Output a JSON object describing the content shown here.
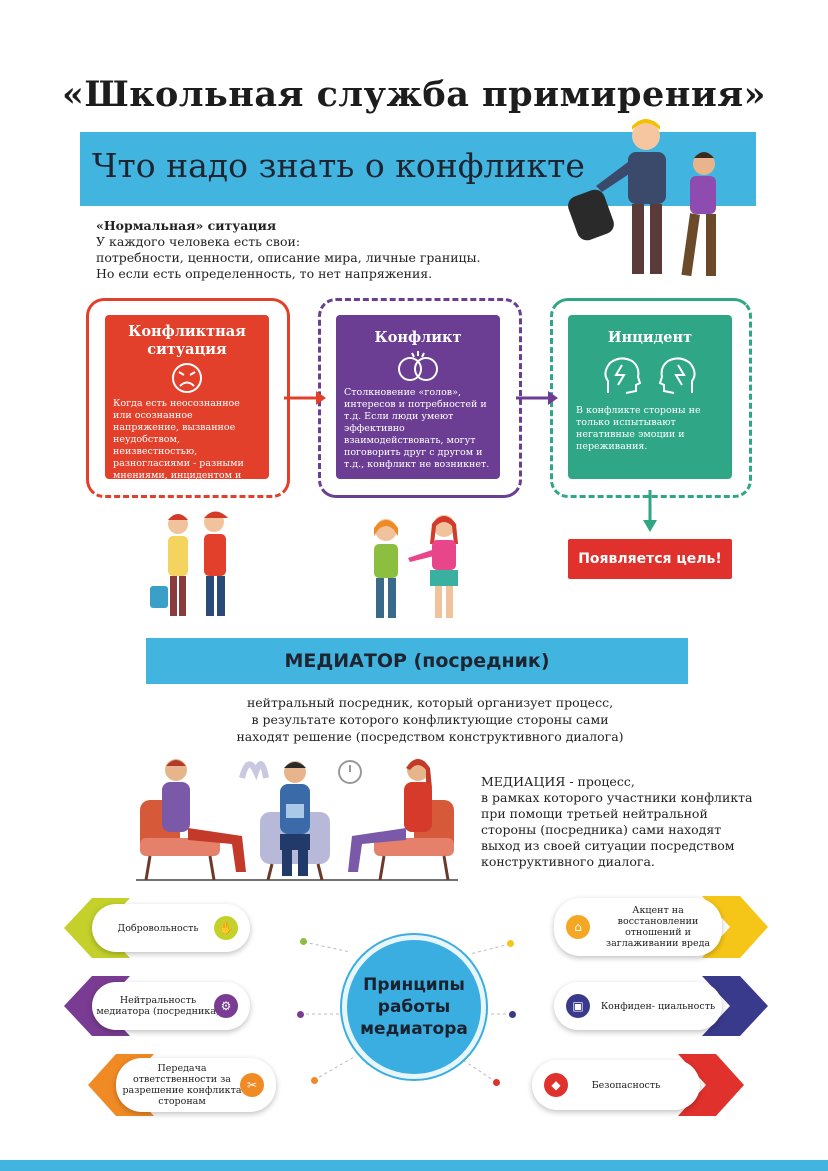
{
  "title": "«Школьная служба примирения»",
  "section1": {
    "heading": "Что надо знать о конфликте",
    "normal_title": "«Нормальная» ситуация",
    "normal_lines": [
      "У каждого человека есть свои:",
      "потребности, ценности, описание мира, личные  границы.",
      "Но если есть определенность, то нет напряжения."
    ]
  },
  "stages": [
    {
      "title": "Конфликтная ситуация",
      "icon": "angry-face-icon",
      "color": "#e2402b",
      "text": "Когда есть неосознанное или осознанное напряжение, вызванное неудобством, неизвестностью, разногласиями - разными мнениями, инцидентом и т.п."
    },
    {
      "title": "Конфликт",
      "icon": "arguing-faces-icon",
      "color": "#6b3e93",
      "text": "Столкновение «голов», интересов и потребностей и  т.д. Если люди умеют эффективно  взаимодействовать, могут  поговорить друг с другом и т.д., конфликт не возникнет."
    },
    {
      "title": "Инцидент",
      "icon": "heads-lightning-icon",
      "color": "#2fa786",
      "text": "В конфликте стороны не только  испытывают негативные  эмоции и переживания."
    }
  ],
  "goal": "Появляется цель!",
  "mediator": {
    "heading": "МЕДИАТОР (посредник)",
    "description_lines": [
      "нейтральный  посредник, который организует процесс,",
      "в  результате которого конфликтующие стороны  сами",
      "находят решение (посредством конструктивного диалога)"
    ],
    "process_lines": [
      "МЕДИАЦИЯ - процесс,",
      "в рамках которого  участники конфликта",
      "при помощи третьей  нейтральной",
      "стороны  (посредника) сами находят",
      "выход из  своей ситуации посредством",
      "конструктивного  диалога."
    ]
  },
  "principles": {
    "center": "Принципы работы медиатора",
    "left": [
      {
        "label": "Добровольность",
        "color": "#c4d12b",
        "icon": "hands-icon"
      },
      {
        "label": "Нейтральность медиатора (посредника)",
        "color": "#7a3c92",
        "icon": "head-gear-icon"
      },
      {
        "label": "Передача ответственности за разрешение конфликта сторонам",
        "color": "#f08a24",
        "icon": "tools-icon"
      }
    ],
    "right": [
      {
        "label": "Акцент на восстановлении отношений и заглаживании вреда",
        "color": "#f5c518",
        "icon": "home-heart-icon"
      },
      {
        "label": "Конфиден- циальность",
        "color": "#3a3a8c",
        "icon": "briefcase-icon"
      },
      {
        "label": "Безопасность",
        "color": "#e1312c",
        "icon": "shield-icon"
      }
    ]
  }
}
